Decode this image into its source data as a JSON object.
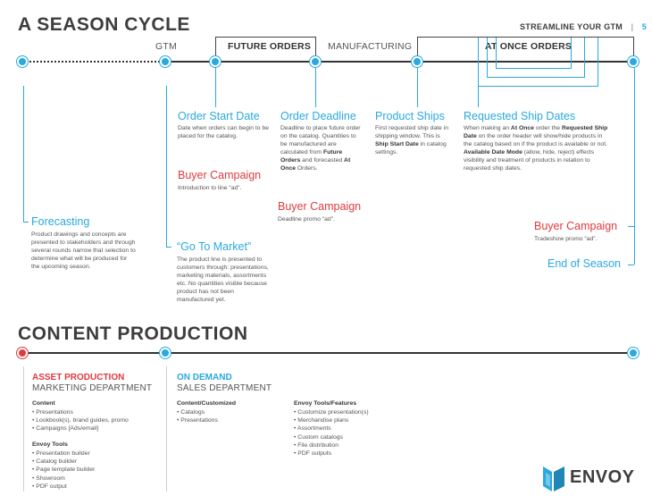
{
  "header": {
    "title": "A SEASON CYCLE",
    "right_title": "STREAMLINE YOUR GTM",
    "separator": "|",
    "page_number": "5"
  },
  "phases": {
    "gtm": "GTM",
    "future_orders": "FUTURE ORDERS",
    "manufacturing": "MANUFACTURING",
    "at_once_orders": "AT ONCE ORDERS"
  },
  "steps": {
    "forecasting": {
      "title": "Forecasting",
      "text": "Product drawings and concepts are presented to stakeholders and through several rounds narrow that selection to determine what will be produced for the upcoming season."
    },
    "go_to_market": {
      "title": "“Go To Market”",
      "text": "The product line is presented to customers through: presentations, marketing materials, assortments etc. No quantities visible because product has not been manufactured yet."
    },
    "order_start": {
      "title": "Order Start Date",
      "text": "Date when orders can begin to be placed for the catalog."
    },
    "buyer_campaign_1": {
      "title": "Buyer Campaign",
      "text": "Introduction to line “ad”."
    },
    "order_deadline": {
      "title": "Order Deadline",
      "text_1": "Deadline to place future order on the catalog. Quantities to be manufactured are calculated from ",
      "bold_1": "Future Orders",
      "text_2": " and forecasted ",
      "bold_2": "At Once",
      "text_3": " Orders."
    },
    "buyer_campaign_2": {
      "title": "Buyer Campaign",
      "text": "Deadline promo “ad”."
    },
    "product_ships": {
      "title": "Product Ships",
      "text_1": "First requested ship date in shipping window. This is ",
      "bold_1": "Ship Start Date",
      "text_2": " in catalog settings."
    },
    "requested_ship": {
      "title": "Requested Ship Dates",
      "text_1": "When making an ",
      "bold_1": "At Once",
      "text_2": " order the ",
      "bold_2": "Requested Ship Date",
      "text_3": " on the order header will show/hide products in the catalog based on if the product is available or not. ",
      "bold_3": "Available Date Mode",
      "text_4": " (allow, hide, reject) effects visibility and treatment of products in relation to requested ship dates."
    },
    "buyer_campaign_3": {
      "title": "Buyer Campaign",
      "text": "Tradeshow promo “ad”."
    },
    "end_of_season": {
      "title": "End of Season"
    }
  },
  "content_production": {
    "title": "CONTENT PRODUCTION",
    "asset": {
      "heading": "ASSET PRODUCTION",
      "sub": "MARKETING DEPARTMENT",
      "content_label": "Content",
      "content_items": [
        "Presentations",
        "Lookbook(s), brand guides, promo",
        "Campaigns [Ads/email]"
      ],
      "tools_label": "Envoy Tools",
      "tools_items": [
        "Presentation builder",
        "Catalog builder",
        "Page template builder",
        "Showroom",
        "PDF output"
      ]
    },
    "demand": {
      "heading": "ON DEMAND",
      "sub": "SALES DEPARTMENT",
      "content_label": "Content/Customized",
      "content_items": [
        "Catalogs",
        "Presentations"
      ],
      "tools_label": "Envoy Tools/Features",
      "tools_items": [
        "Customize presentation(s)",
        "Merchandise plans",
        "Assortments",
        "Custom catalogs",
        "File distribution",
        "PDF outputs"
      ]
    }
  },
  "logo": {
    "text": "ENVOY"
  },
  "colors": {
    "accent_blue": "#29a9df",
    "accent_red": "#e03a3e",
    "ink": "#3d3d3d"
  }
}
